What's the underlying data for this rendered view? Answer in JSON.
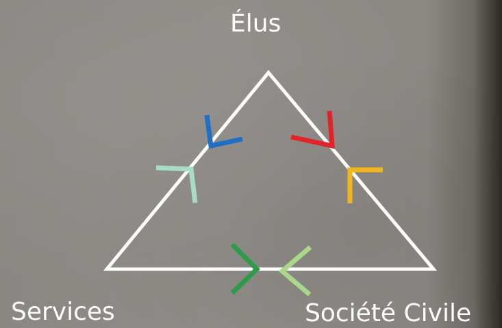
{
  "labels": {
    "top": "Élus",
    "bottom_left": "Services",
    "bottom_right": "Société Civile"
  },
  "colors": {
    "triangle": "#ffffff",
    "blue": "#1f6fc4",
    "mint": "#a7dccb",
    "red": "#e0242a",
    "yellow": "#f2b51e",
    "green": "#2e9a4a",
    "light_green": "#a9d88c"
  }
}
